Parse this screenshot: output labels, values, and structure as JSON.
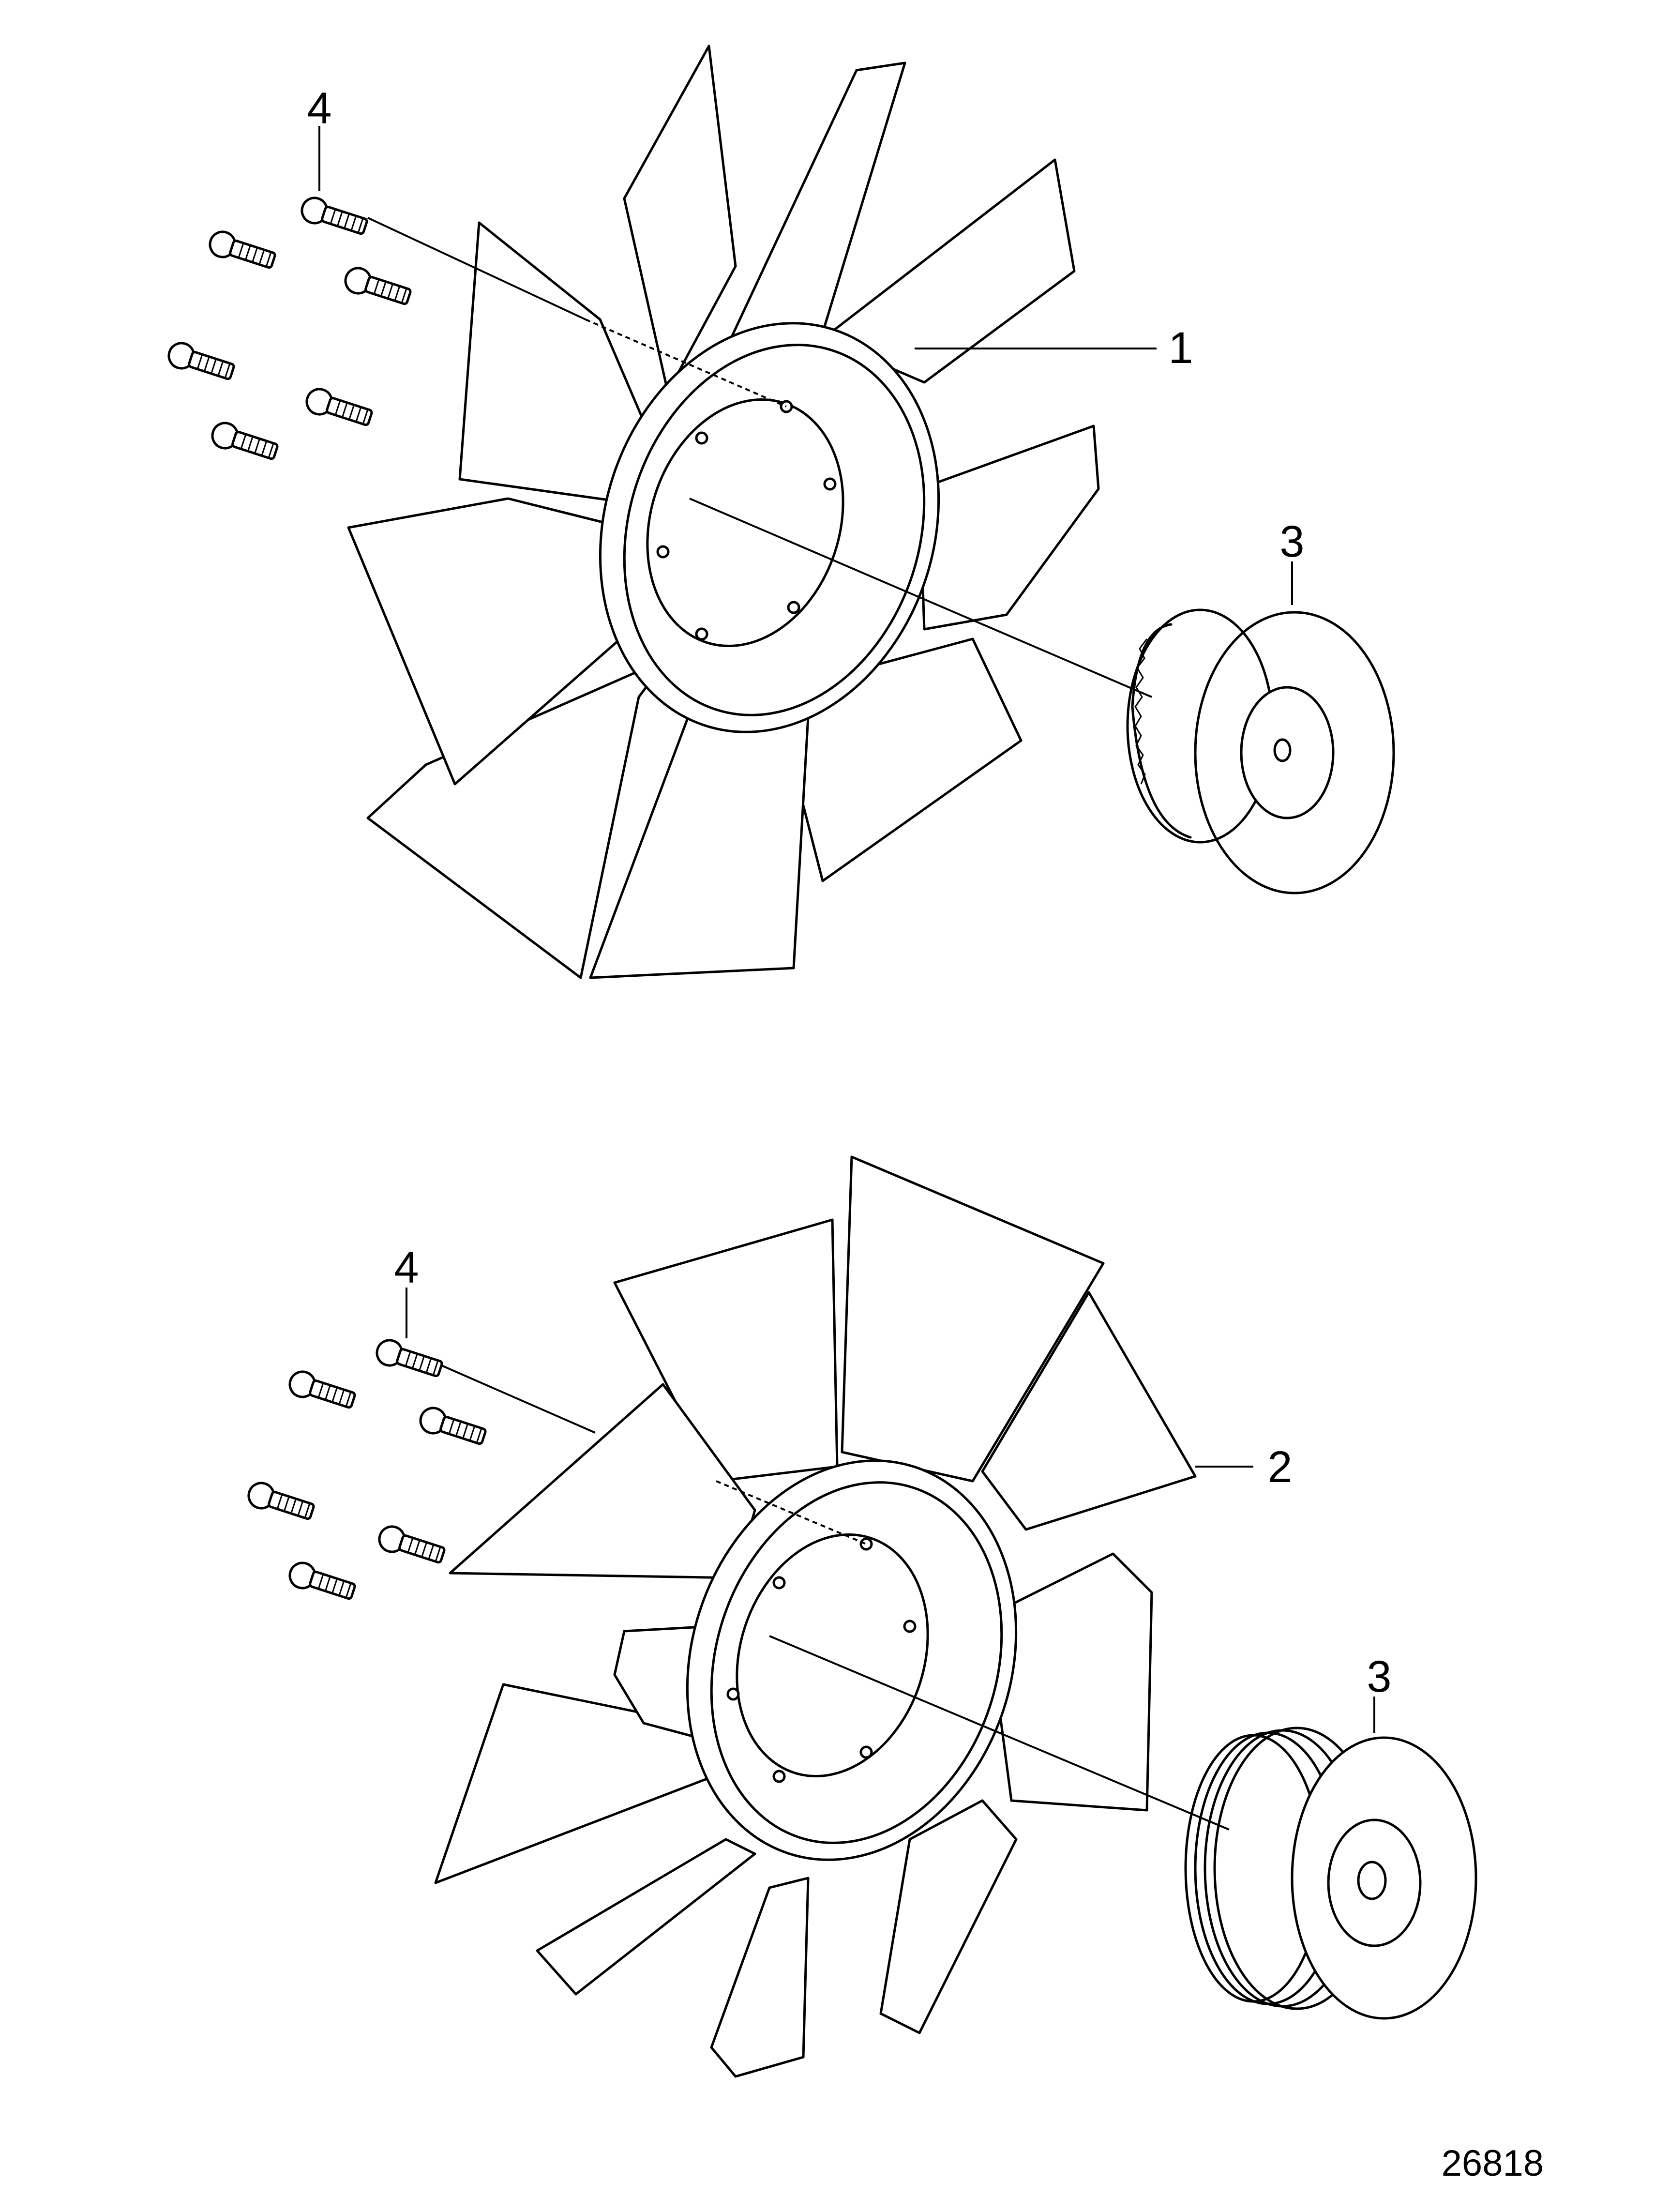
{
  "figure_number": "26818",
  "colors": {
    "line": "#000000",
    "background": "#ffffff"
  },
  "assemblies": [
    {
      "name": "upper-fan-assembly",
      "callouts": {
        "fan": "1",
        "hub": "3",
        "bolts": "4"
      }
    },
    {
      "name": "lower-fan-assembly",
      "callouts": {
        "fan": "2",
        "hub": "3",
        "bolts": "4"
      }
    }
  ]
}
